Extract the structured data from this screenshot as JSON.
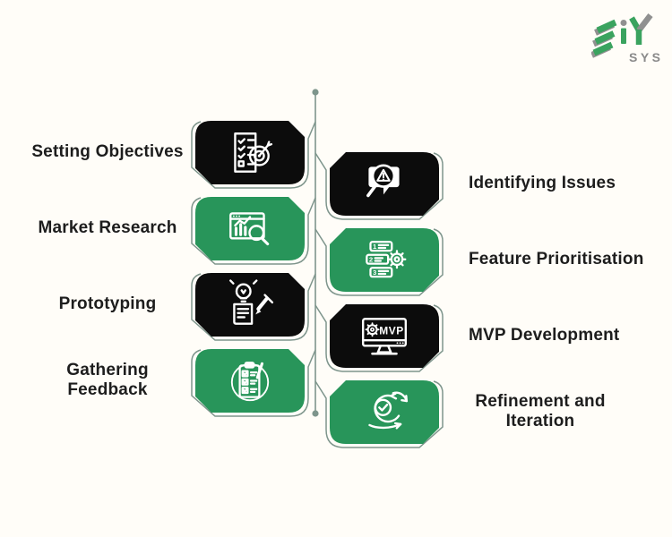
{
  "colors": {
    "background": "#fffdf8",
    "step_black": "#0c0c0c",
    "step_green": "#28955a",
    "connector_line": "#7e958c",
    "label_text": "#1d1d1d",
    "icon_stroke": "#ffffff",
    "logo_green": "#3aa35f",
    "logo_gray": "#909090"
  },
  "logo": {
    "main": "iY",
    "sub": "SYS"
  },
  "diagram": {
    "left_items": [
      {
        "label": "Setting Objectives",
        "variant": "black",
        "icon": "checklist-target"
      },
      {
        "label": "Market Research",
        "variant": "green",
        "icon": "market-analytics"
      },
      {
        "label": "Prototyping",
        "variant": "black",
        "icon": "prototype-idea"
      },
      {
        "label": "Gathering Feedback",
        "variant": "green",
        "icon": "feedback-clipboard"
      }
    ],
    "right_items": [
      {
        "label": "Identifying Issues",
        "variant": "black",
        "icon": "issue-search"
      },
      {
        "label": "Feature Prioritisation",
        "variant": "green",
        "icon": "priority-list"
      },
      {
        "label": "MVP Development",
        "variant": "black",
        "icon": "mvp-monitor"
      },
      {
        "label": "Refinement and Iteration",
        "variant": "green",
        "icon": "iteration-arrows"
      }
    ],
    "icon_texts": {
      "mvp": "MVP",
      "priority_numbers": [
        "1",
        "2",
        "3"
      ]
    }
  }
}
